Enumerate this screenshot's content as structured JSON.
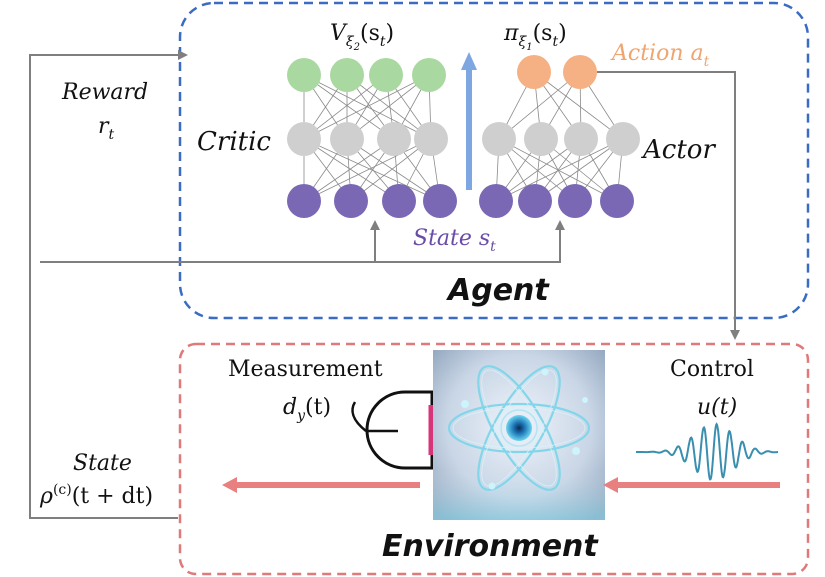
{
  "agent": {
    "title": "Agent",
    "critic_label": "Critic",
    "actor_label": "Actor",
    "value_fn": {
      "base": "V",
      "sub": "ξ",
      "subsub": "2",
      "arg": "(s",
      "argsub": "t",
      "close": ")"
    },
    "policy_fn": {
      "base": "π",
      "sub": "ξ",
      "subsub": "1",
      "arg": "(s",
      "argsub": "t",
      "close": ")"
    },
    "action": {
      "text": "Action a",
      "sub": "t"
    },
    "state": {
      "text": "State s",
      "sub": "t"
    }
  },
  "reward": {
    "line1": "Reward",
    "line2": "r",
    "sub": "t"
  },
  "environment": {
    "title": "Environment",
    "measurement": {
      "line1": "Measurement",
      "base": "d",
      "sub": "y",
      "arg": "(t)"
    },
    "control": {
      "line1": "Control",
      "line2": "u(t)"
    }
  },
  "state_out": {
    "line1": "State",
    "base": "ρ",
    "sup": "(c)",
    "arg": "(t + dt)"
  },
  "colors": {
    "agent_border": "#3a6cc4",
    "env_border": "#e07a7a",
    "critic_top": "#a9d9a0",
    "actor_top": "#f5b183",
    "hidden": "#cfcfcf",
    "input": "#7b68b5",
    "action_text": "#f0a46e",
    "state_text": "#6a4ca8",
    "up_arrow": "#7ea6e0",
    "red_arrow": "#e88080",
    "gray_line": "#7f7f7f"
  }
}
